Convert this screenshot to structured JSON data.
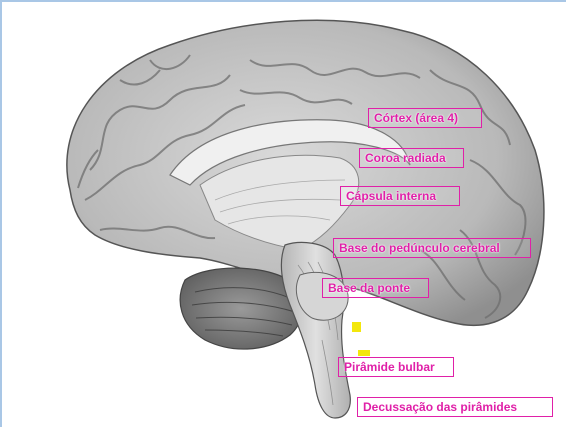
{
  "colors": {
    "label_color": "#e020a8",
    "highlight_yellow": "#f2e600",
    "frame_line": "#a9c7e6"
  },
  "labels": {
    "cortex": "Córtex (área 4)",
    "corona": "Coroa radiada",
    "capsula": "Cápsula interna",
    "base_pedunculo": "Base do pedúnculo cerebral",
    "base_ponte": "Base da ponte",
    "piramide": "Pirâmide bulbar",
    "decussacao": "Decussação das pirâmides"
  }
}
